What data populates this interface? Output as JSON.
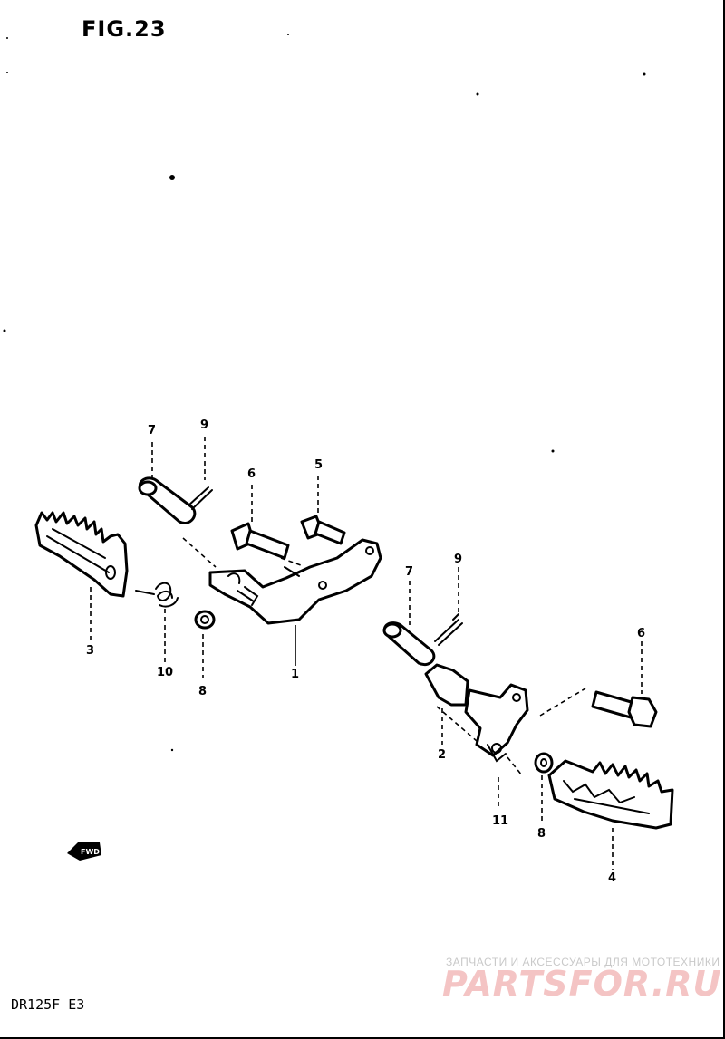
{
  "figure": {
    "title": "FIG.23"
  },
  "model": {
    "code": "DR125F E3"
  },
  "watermark": {
    "tagline": "ЗАПЧАСТИ И АКСЕССУАРЫ ДЛЯ МОТОТЕХНИКИ",
    "logo": "PARTSFOR.RU"
  },
  "direction_badge": {
    "label": "FWD",
    "icon": "arrow-left-icon"
  },
  "callouts": {
    "c7_left": "7",
    "c9_left": "9",
    "c6_left": "6",
    "c5": "5",
    "c3": "3",
    "c10": "10",
    "c8_left": "8",
    "c1": "1",
    "c7_right": "7",
    "c9_right": "9",
    "c2": "2",
    "c6_right": "6",
    "c11": "11",
    "c8_right": "8",
    "c4": "4"
  }
}
